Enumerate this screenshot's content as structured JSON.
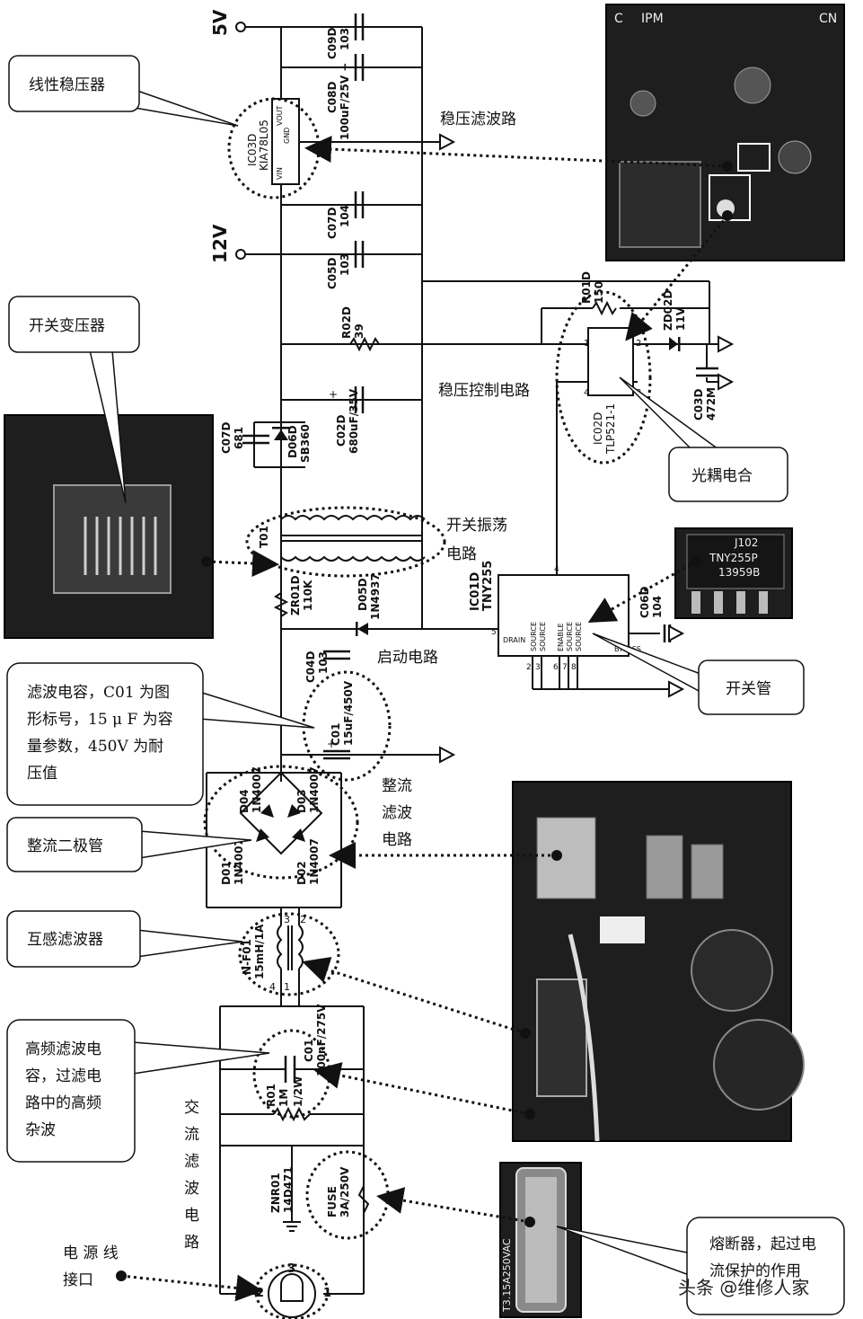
{
  "colors": {
    "line": "#111111",
    "photo_dark": "#1e1e1e",
    "photo_board": "#3a3a3a",
    "bubble_fill": "#ffffff"
  },
  "rails": {
    "v5": "5V",
    "v12": "12V"
  },
  "components": {
    "c09d": {
      "ref": "C09D",
      "value": "103"
    },
    "c08d": {
      "ref": "C08D",
      "value": "100uF/25V +"
    },
    "ic03d": {
      "ref": "IC03D",
      "part": "KIA78L05",
      "pin_vin": "VIN",
      "pin_gnd": "GND",
      "pin_vout": "VOUT"
    },
    "c07d_top": {
      "ref": "C07D",
      "value": "104"
    },
    "c05d": {
      "ref": "C05D",
      "value": "103"
    },
    "r02d": {
      "ref": "R02D",
      "value": "39"
    },
    "c02d": {
      "ref": "C02D",
      "value": "680uF/35V",
      "plus": "+"
    },
    "c07d": {
      "ref": "C07D",
      "value": "681"
    },
    "d06d": {
      "ref": "D06D",
      "value": "SB360"
    },
    "r01d": {
      "ref": "R01D",
      "value": "150"
    },
    "zd02d": {
      "ref": "ZD02D",
      "value": "11V"
    },
    "c03d": {
      "ref": "C03D",
      "value": "472M"
    },
    "ic02d": {
      "ref": "IC02D",
      "part": "TLP521-1",
      "p1": "1",
      "p2": "2",
      "p3": "3",
      "p4": "4"
    },
    "t01": {
      "ref": "T01"
    },
    "zr01d": {
      "ref": "ZR01D",
      "value": "110K"
    },
    "d05d": {
      "ref": "D05D",
      "value": "1N4937"
    },
    "ic01d": {
      "ref": "IC01D",
      "part": "TNY255",
      "drain": "DRAIN",
      "source": "SOURCE",
      "enable": "ENABLE",
      "bypass": "BYPASS",
      "pin5": "5",
      "pin4": "4",
      "pins_bottom": [
        "2",
        "3",
        "6",
        "7",
        "8"
      ]
    },
    "c06d": {
      "ref": "C06D",
      "value": "104"
    },
    "c04d": {
      "ref": "C04D",
      "value": "103"
    },
    "c01_big": {
      "ref": "C01",
      "value": "15uF/450V",
      "plus": "+"
    },
    "d04": {
      "ref": "D04",
      "value": "1N4007"
    },
    "d03": {
      "ref": "D03",
      "value": "1N4007"
    },
    "d01": {
      "ref": "D01",
      "value": "1N4007"
    },
    "d02": {
      "ref": "D02",
      "value": "1N4007"
    },
    "nf01": {
      "ref": "N-F01",
      "value": "15mH/1A",
      "p1": "1",
      "p2": "2",
      "p3": "3",
      "p4": "4"
    },
    "c01_small": {
      "ref": "C01",
      "value": "100nF/275V"
    },
    "r01": {
      "ref": "R01",
      "value": "1M",
      "value2": "1/2W"
    },
    "znr01": {
      "ref": "ZNR01",
      "value": "14D471"
    },
    "fuse": {
      "ref": "FUSE",
      "value": "3A/250V"
    },
    "plug": {
      "p1": "1",
      "p2": "2",
      "p3": "3"
    }
  },
  "section_labels": {
    "regulator_filter": "稳压滤波路",
    "regulator_control": "稳压控制电路",
    "oscillation_line1": "开关振荡",
    "oscillation_line2": "电路",
    "startup": "启动电路",
    "rectifier_filter": [
      "整流",
      "滤波",
      "电路"
    ],
    "ac_filter": [
      "交",
      "流",
      "滤",
      "波",
      "电",
      "路"
    ],
    "power_input": [
      "电 源 线",
      "接口"
    ]
  },
  "callouts": {
    "linear_regulator": "线性稳压器",
    "switch_transformer": "开关变压器",
    "optocoupler": "光耦电合",
    "switch_tube": "开关管",
    "filter_cap": [
      "滤波电容，C01 为图",
      "形标号，15 μ F 为容",
      "量参数，450V 为耐",
      "压值"
    ],
    "rectifier_diode": "整流二极管",
    "mutual_filter": "互感滤波器",
    "hf_filter_cap": [
      "高频滤波电",
      "容，过滤电",
      "路中的高频",
      "杂波"
    ],
    "fuse_note": [
      "熔断器，起过电",
      "流保护的作用"
    ]
  },
  "photos": {
    "ipm_board": {
      "text_c": "C",
      "text_ipm": "IPM",
      "text_cn": "CN"
    },
    "chip": {
      "line1": "J102",
      "line2": "TNY255P",
      "line3": "13959B"
    },
    "fuse_tube": {
      "marking": "T3.15A250VAC"
    }
  },
  "watermark": "头条 @维修人家"
}
